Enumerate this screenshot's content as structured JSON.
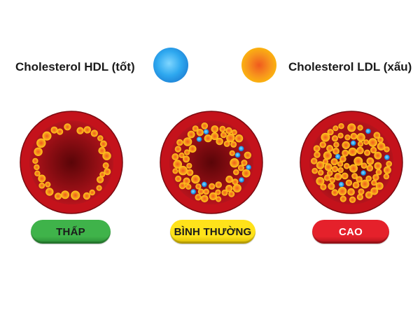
{
  "legend": {
    "hdl_label": "Cholesterol HDL (tốt)",
    "ldl_label": "Cholesterol LDL (xấu)",
    "hdl_color": "#2ea8ef",
    "ldl_color": "#f7a128"
  },
  "vessels": [
    {
      "label": "THẤP",
      "label_color": "#1b1b1b",
      "pill_color": "#3fb34a",
      "pill_edge": "#2a8a33"
    },
    {
      "label": "BÌNH THƯỜNG",
      "label_color": "#1b1b1b",
      "pill_color": "#ffe21a",
      "pill_edge": "#d7b800"
    },
    {
      "label": "CAO",
      "label_color": "#ffffff",
      "pill_color": "#e5212b",
      "pill_edge": "#b0131b"
    }
  ],
  "colors": {
    "vessel_wall": "#c4121b",
    "lumen_inner": "#5a0508",
    "lumen_outer": "#b6141c"
  }
}
